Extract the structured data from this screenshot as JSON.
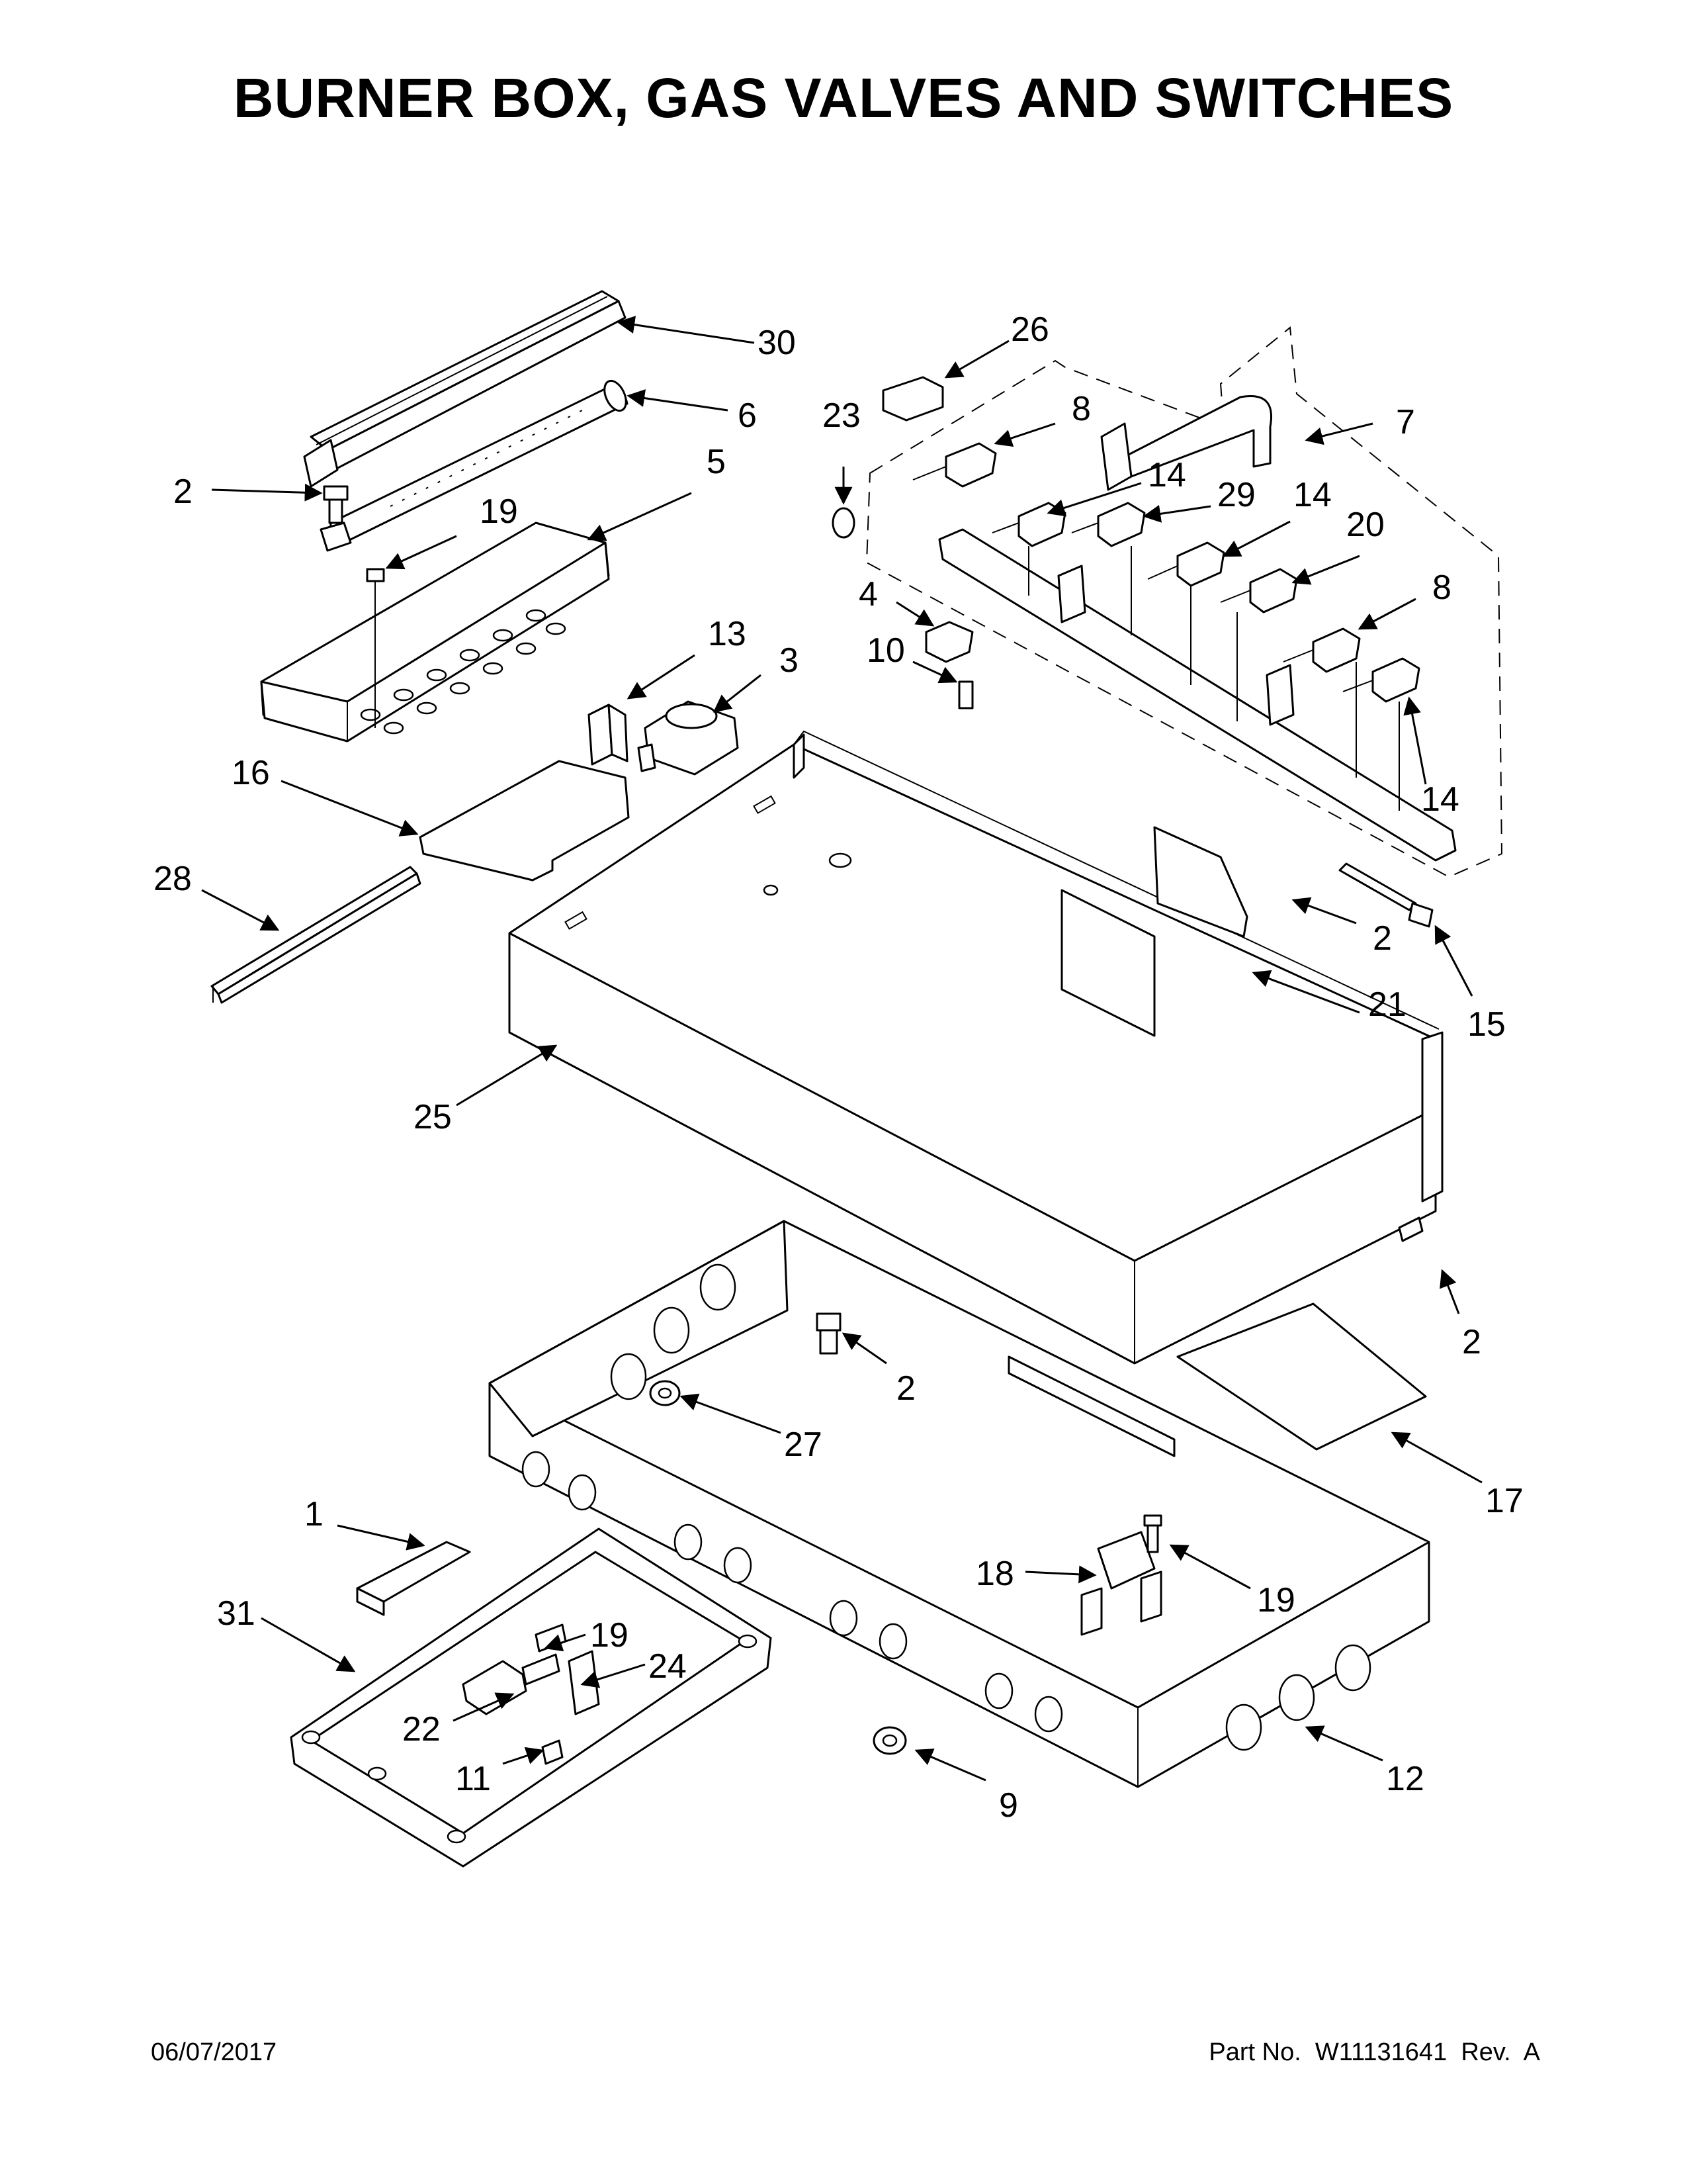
{
  "title": "BURNER BOX, GAS VALVES AND SWITCHES",
  "footer": {
    "date": "06/07/2017",
    "part_number": "Part No.  W11131641  Rev.  A"
  },
  "callouts": [
    "30",
    "6",
    "2",
    "5",
    "19",
    "26",
    "23",
    "8",
    "7",
    "14",
    "29",
    "14",
    "20",
    "4",
    "10",
    "8",
    "13",
    "3",
    "16",
    "28",
    "14",
    "2",
    "15",
    "21",
    "25",
    "2",
    "2",
    "27",
    "17",
    "1",
    "18",
    "19",
    "31",
    "19",
    "24",
    "22",
    "11",
    "9",
    "12"
  ]
}
